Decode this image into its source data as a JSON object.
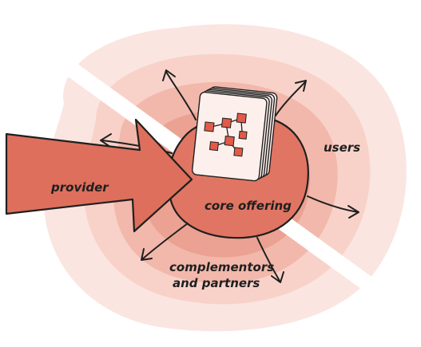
{
  "labels": {
    "provider": "provider",
    "users": "users",
    "core": "core offering",
    "complementors_line1": "complementors",
    "complementors_line2": "and partners"
  },
  "colors": {
    "ring_outer": "#fbe5e0",
    "ring_2": "#f8d2c9",
    "ring_3": "#f2b8ab",
    "ring_4": "#eba292",
    "core": "#e07563",
    "provider_arrow": "#dd6f5c",
    "stroke": "#1f1f1f",
    "card": "#fdf0ec",
    "node": "#e25a48"
  },
  "icons": {
    "stack": "network-diagram-stack-icon"
  }
}
